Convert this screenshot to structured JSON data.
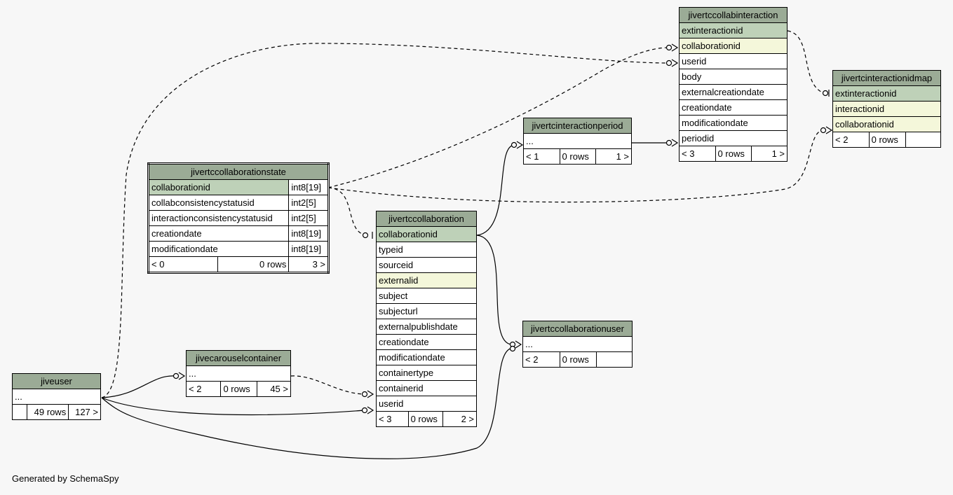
{
  "footer": {
    "generated_by": "Generated by SchemaSpy"
  },
  "tables": {
    "collabinteraction": {
      "name": "jivertccollabinteraction",
      "columns": [
        "extinteractionid",
        "collaborationid",
        "userid",
        "body",
        "externalcreationdate",
        "creationdate",
        "modificationdate",
        "periodid"
      ],
      "footer": [
        "< 3",
        "0 rows",
        "1 >"
      ]
    },
    "interactionidmap": {
      "name": "jivertcinteractionidmap",
      "columns": [
        "extinteractionid",
        "interactionid",
        "collaborationid"
      ],
      "footer": [
        "< 2",
        "0 rows",
        ""
      ]
    },
    "interactionperiod": {
      "name": "jivertcinteractionperiod",
      "columns": [
        "..."
      ],
      "footer": [
        "< 1",
        "0 rows",
        "1 >"
      ]
    },
    "collaborationstate": {
      "name": "jivertccollaborationstate",
      "columns": [
        {
          "name": "collaborationid",
          "type": "int8[19]"
        },
        {
          "name": "collabconsistencystatusid",
          "type": "int2[5]"
        },
        {
          "name": "interactionconsistencystatusid",
          "type": "int2[5]"
        },
        {
          "name": "creationdate",
          "type": "int8[19]"
        },
        {
          "name": "modificationdate",
          "type": "int8[19]"
        }
      ],
      "footer": [
        "< 0",
        "0 rows",
        "3 >"
      ]
    },
    "collaboration": {
      "name": "jivertccollaboration",
      "columns": [
        "collaborationid",
        "typeid",
        "sourceid",
        "externalid",
        "subject",
        "subjecturl",
        "externalpublishdate",
        "creationdate",
        "modificationdate",
        "containertype",
        "containerid",
        "userid"
      ],
      "footer": [
        "< 3",
        "0 rows",
        "2 >"
      ]
    },
    "collaborationuser": {
      "name": "jivertccollaborationuser",
      "columns": [
        "..."
      ],
      "footer": [
        "< 2",
        "0 rows",
        ""
      ]
    },
    "carouselcontainer": {
      "name": "jivecarouselcontainer",
      "columns": [
        "..."
      ],
      "footer": [
        "< 2",
        "0 rows",
        "45 >"
      ]
    },
    "jiveuser": {
      "name": "jiveuser",
      "columns": [
        "..."
      ],
      "footer": [
        "",
        "49 rows",
        "127 >"
      ]
    }
  }
}
